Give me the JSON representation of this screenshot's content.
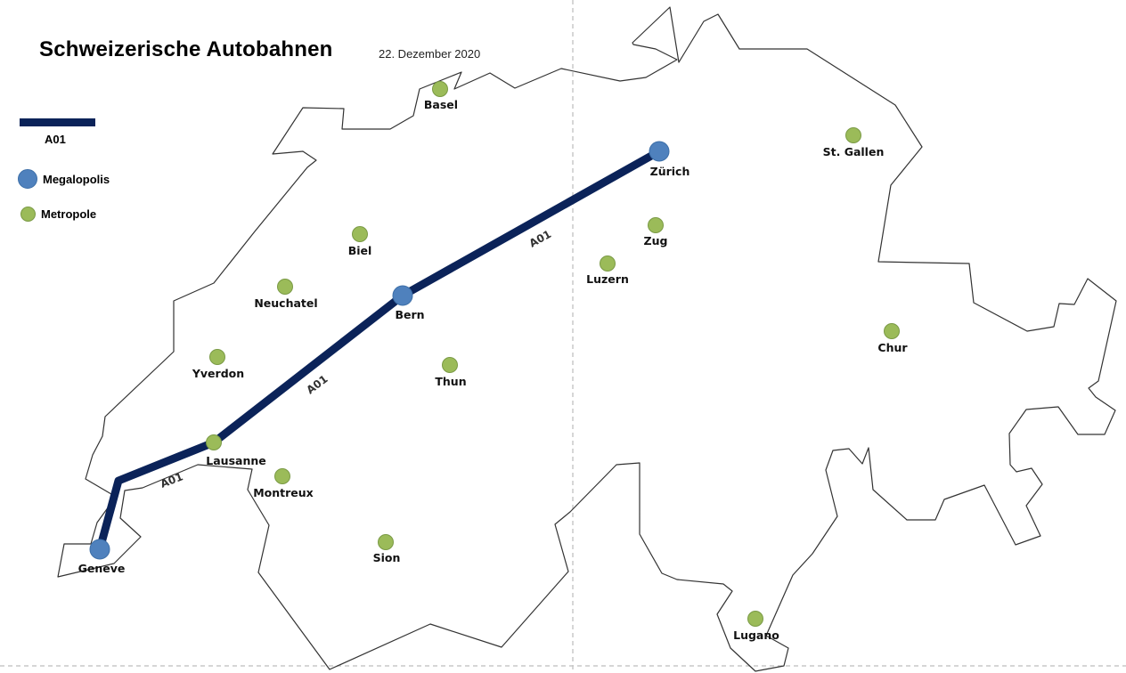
{
  "title": "Schweizerische Autobahnen",
  "date": "22. Dezember 2020",
  "legend": {
    "road_label": "A01",
    "megalopolis_label": "Megalopolis",
    "metropole_label": "Metropole"
  },
  "colors": {
    "road": "#0b2359",
    "megalopolis": "#4f81bd",
    "metropole": "#9bbb59",
    "border": "#333333"
  },
  "cities": [
    {
      "name": "Basel",
      "type": "metropole"
    },
    {
      "name": "Zürich",
      "type": "megalopolis"
    },
    {
      "name": "St. Gallen",
      "type": "metropole"
    },
    {
      "name": "Biel",
      "type": "metropole"
    },
    {
      "name": "Zug",
      "type": "metropole"
    },
    {
      "name": "Luzern",
      "type": "metropole"
    },
    {
      "name": "Neuchatel",
      "type": "metropole"
    },
    {
      "name": "Bern",
      "type": "megalopolis"
    },
    {
      "name": "Chur",
      "type": "metropole"
    },
    {
      "name": "Yverdon",
      "type": "metropole"
    },
    {
      "name": "Thun",
      "type": "metropole"
    },
    {
      "name": "Lausanne",
      "type": "metropole"
    },
    {
      "name": "Montreux",
      "type": "metropole"
    },
    {
      "name": "Geneve",
      "type": "megalopolis"
    },
    {
      "name": "Sion",
      "type": "metropole"
    },
    {
      "name": "Lugano",
      "type": "metropole"
    }
  ],
  "roads": [
    {
      "name": "A01",
      "route": [
        "Geneve",
        "Lausanne",
        "Bern",
        "Zürich"
      ],
      "segment_labels": [
        "A01",
        "A01",
        "A01"
      ]
    }
  ]
}
